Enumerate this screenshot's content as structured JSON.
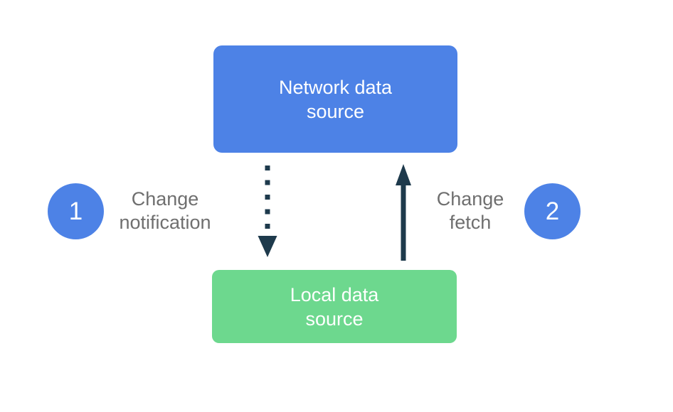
{
  "colors": {
    "primary_blue": "#4d82e6",
    "success_green": "#6dd88e",
    "arrow_navy": "#1e3a4c",
    "label_gray": "#6f6f6f",
    "box_text_white": "#ffffff"
  },
  "icons": {
    "change_notification_arrow": "dotted-down-arrow",
    "change_fetch_arrow": "solid-up-arrow"
  },
  "diagram": {
    "network_box": {
      "lines": [
        "Network data",
        "source"
      ]
    },
    "local_box": {
      "lines": [
        "Local data",
        "source"
      ]
    },
    "step1": {
      "number": "1",
      "label_lines": [
        "Change",
        "notification"
      ]
    },
    "step2": {
      "number": "2",
      "label_lines": [
        "Change",
        "fetch"
      ]
    }
  }
}
